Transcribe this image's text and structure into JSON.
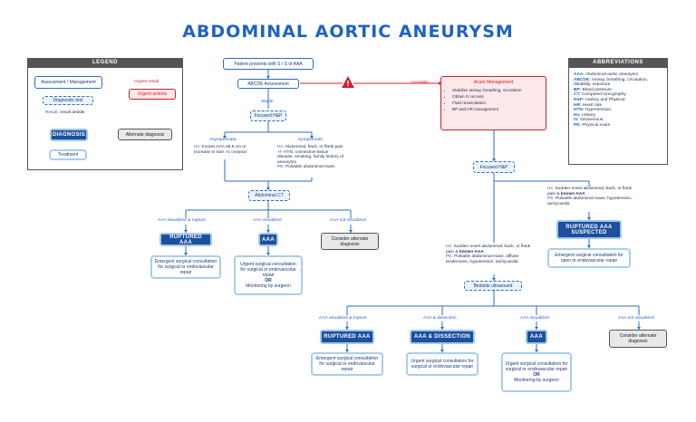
{
  "title": "ABDOMINAL AORTIC ANEURYSM",
  "legend": {
    "heading": "LEGEND",
    "assessment": "Assessment / Management",
    "urgent_result": "Urgent result",
    "urgent_actions": "Urgent actions",
    "diagnostic_test": "Diagnostic test",
    "result_prefix": "Result",
    "result_suffix": ": result details",
    "alternate": "Alternate diagnosis",
    "diagnosis": "DIAGNOSIS",
    "treatment": "Treatment"
  },
  "abbreviations": {
    "heading": "ABBREVIATIONS",
    "items": [
      {
        "k": "AAA:",
        "v": "Abdominal aortic aneurysm"
      },
      {
        "k": "ABCDE:",
        "v": "Airway, breathing, circulation, disability, exposure"
      },
      {
        "k": "BP:",
        "v": "Blood pressure"
      },
      {
        "k": "CT:",
        "v": "Computed tomography"
      },
      {
        "k": "H&P:",
        "v": "History and Physical"
      },
      {
        "k": "HR:",
        "v": "Heart rate"
      },
      {
        "k": "HTN:",
        "v": "Hypertension"
      },
      {
        "k": "Hx:",
        "v": "History"
      },
      {
        "k": "IV:",
        "v": "Intravenous"
      },
      {
        "k": "PE:",
        "v": "Physical exam"
      }
    ]
  },
  "flow": {
    "presents": "Patient presents with S / S of AAA",
    "abcde": "ABCDE Assessment",
    "stable": "Stable",
    "unstable": "Unstable",
    "focused_hp": "Focused H&P",
    "acute_title": "Acute Management",
    "acute_items": [
      "Stabilize airway, breathing, circulation",
      "Obtain IV access",
      "Fluid resuscitation",
      "BP and HR management"
    ],
    "asymptomatic": "Asymptomatic",
    "symptomatic": "Symptomatic",
    "asym_hx_label": "Hx:",
    "asym_hx": "Known AAA ≥5.5 cm or increase in size >1 cm/year",
    "sym_hx_label": "Hx:",
    "sym_hx": "Abdominal, back, or flank pain +/- HTN, connective tissue disease, smoking, family history of aneurysm",
    "sym_pe_label": "PE:",
    "sym_pe": "Pulsatile abdominal mass",
    "abd_ct": "Abdominal CT",
    "ct_rupture": "AAA visualized & rupture",
    "ct_visualized": "AAA visualized",
    "ct_not": "AAA not visualized",
    "ruptured": "RUPTURED AAA",
    "aaa": "AAA",
    "emergent": "Emergent surgical consultation for surgical or endovascular repair",
    "urgent": "Urgent surgical consultation for surgical or endovascular repair",
    "or": "OR",
    "monitoring": "Monitoring by surgeon",
    "consider_alt": "Consider alternate diagnosis",
    "right_hx_label": "Hx:",
    "right_hx": "Sudden-onset abdominal, back, or flank pain &",
    "right_hx_bold": "known AAA",
    "right_pe_label": "PE:",
    "right_pe": "Pulsatile abdominal mass, hypotension, tachycardia",
    "suspected": "RUPTURED AAA SUSPECTED",
    "suspected_tx": "Emergent surgical consultation for open or endovascular repair",
    "mid_hx_label": "Hx:",
    "mid_hx": "Sudden-onset abdominal, back, or flank pain &",
    "mid_hx_bold": "known AAA",
    "mid_pe_label": "PE:",
    "mid_pe": "Pulsatile abdominal mass, diffuse tenderness, hypotension, tachycardia",
    "bedside_us": "Bedside ultrasound",
    "us_rupture": "AAA visualized & rupture",
    "us_dissection": "AAA & dissection",
    "us_visualized": "AAA visualized",
    "us_not": "AAA not visualized",
    "aaa_dissection": "AAA & DISSECTION"
  }
}
